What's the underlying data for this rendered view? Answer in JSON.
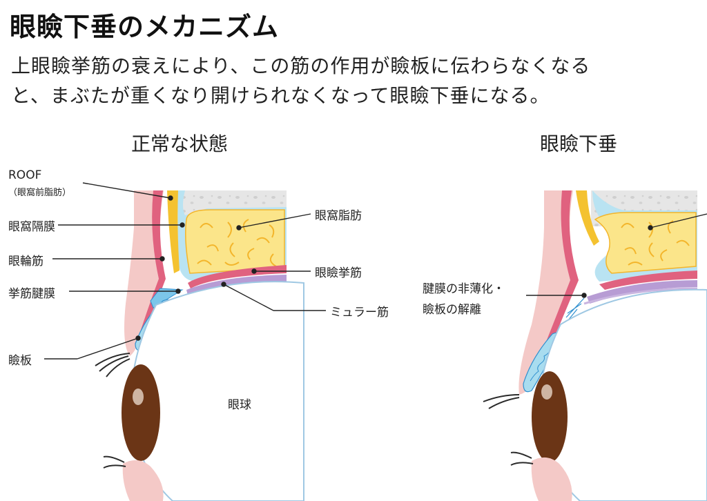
{
  "header": {
    "title": "眼瞼下垂のメカニズム",
    "description_line1": "上眼瞼挙筋の衰えにより、この筋の作用が瞼板に伝わらなくなる",
    "description_line2": "と、まぶたが重くなり開けられなくなって眼瞼下垂になる。"
  },
  "left_panel": {
    "title": "正常な状態",
    "labels": {
      "roof": "ROOF",
      "roof_sub": "（眼窩前脂肪）",
      "orbital_septum": "眼窩隔膜",
      "orbicularis": "眼輪筋",
      "aponeurosis": "挙筋腱膜",
      "tarsus": "瞼板",
      "orbital_fat": "眼窩脂肪",
      "levator": "眼瞼挙筋",
      "muller": "ミュラー筋",
      "eyeball": "眼球"
    }
  },
  "right_panel": {
    "title": "眼瞼下垂",
    "labels": {
      "annotation_line1": "腱膜の非薄化・",
      "annotation_line2": "瞼板の解離"
    }
  },
  "colors": {
    "skin": "#f4c9c7",
    "muscle_red": "#e0627f",
    "fat_yellow": "#fbe58a",
    "fat_outline": "#f3b52b",
    "roof_yellow": "#f4c230",
    "septum_blue": "#a8dcef",
    "bone_gray": "#e4e4e4",
    "iris_brown": "#6b3516",
    "sclera_outline": "#9fc8e3",
    "muller_purple": "#a98ac8",
    "tarsus_blue": "#9fd3ee"
  }
}
